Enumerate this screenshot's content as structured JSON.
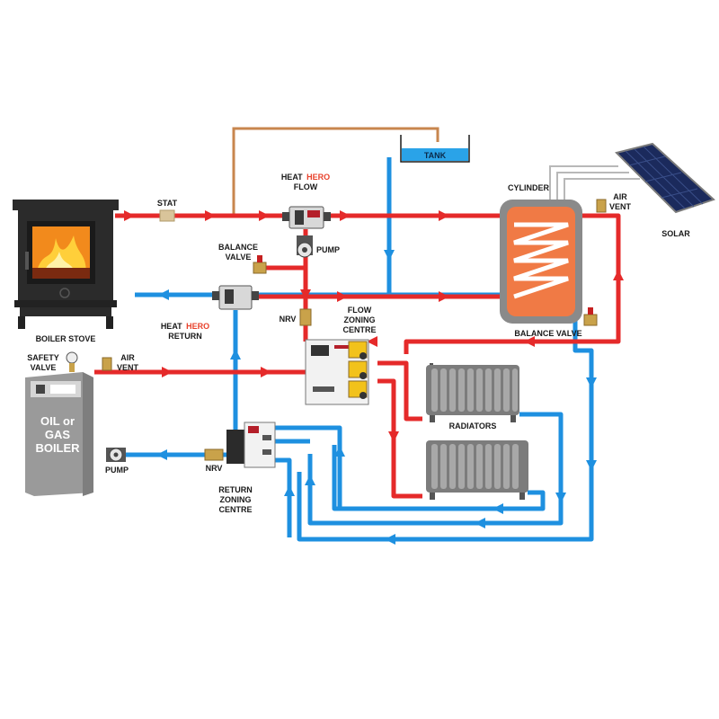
{
  "colors": {
    "hot": "#e52a2a",
    "cold": "#1e90e0",
    "copper": "#c8864e",
    "stove": "#2b2b2b",
    "boiler": "#9a9a9a",
    "cylinder": "#f07a45",
    "radiator": "#8c8c8c",
    "panel": "#1b2a5c",
    "yellow": "#f2c21b"
  },
  "labels": {
    "boiler_stove": "BOILER STOVE",
    "stat": "STAT",
    "heat": "HEAT",
    "hero": "HERO",
    "flow": "FLOW",
    "return": "RETURN",
    "pump_top": "PUMP",
    "balance_valve_top_1": "BALANCE",
    "balance_valve_top_2": "VALVE",
    "tank": "TANK",
    "cylinder": "CYLINDER",
    "air_vent_top_1": "AIR",
    "air_vent_top_2": "VENT",
    "solar": "SOLAR",
    "balance_valve_right": "BALANCE VALVE",
    "nrv_mid": "NRV",
    "flow_zoning_1": "FLOW",
    "flow_zoning_2": "ZONING",
    "flow_zoning_3": "CENTRE",
    "safety_valve_1": "SAFETY",
    "safety_valve_2": "VALVE",
    "air_vent_left_1": "AIR",
    "air_vent_left_2": "VENT",
    "oil_boiler_1": "OIL or",
    "oil_boiler_2": "GAS",
    "oil_boiler_3": "BOILER",
    "pump_bottom": "PUMP",
    "nrv_bottom": "NRV",
    "return_zoning_1": "RETURN",
    "return_zoning_2": "ZONING",
    "return_zoning_3": "CENTRE",
    "radiators": "RADIATORS"
  }
}
